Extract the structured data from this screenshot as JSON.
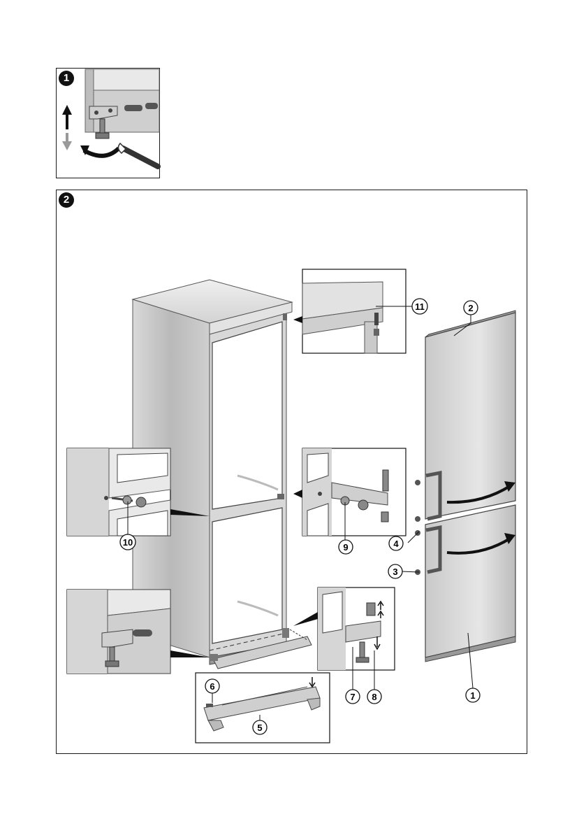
{
  "steps": [
    {
      "number": "1"
    },
    {
      "number": "2"
    }
  ],
  "callouts": {
    "c1": "1",
    "c2": "2",
    "c3": "3",
    "c4": "4",
    "c5": "5",
    "c6": "6",
    "c7": "7",
    "c8": "8",
    "c9": "9",
    "c10": "10",
    "c11": "11"
  }
}
